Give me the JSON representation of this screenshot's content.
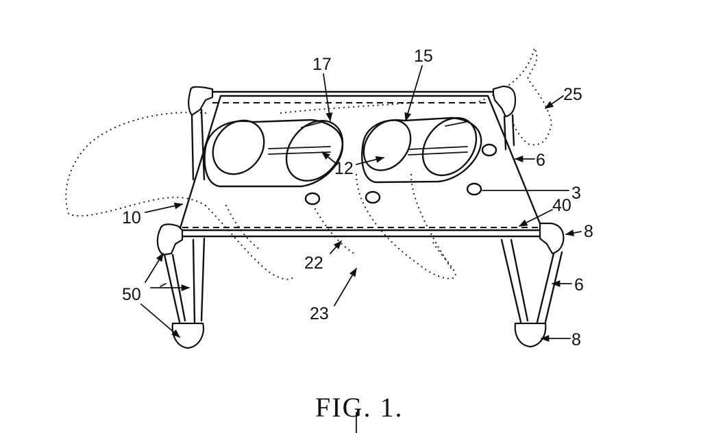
{
  "figure": {
    "caption": "FIG. 1.",
    "references": {
      "r17": "17",
      "r15": "15",
      "r25": "25",
      "r6_upper": "6",
      "r12": "12",
      "r3": "3",
      "r40": "40",
      "r10": "10",
      "r8_upper": "8",
      "r22": "22",
      "r50": "50",
      "r6_lower": "6",
      "r23": "23",
      "r8_lower": "8"
    }
  }
}
